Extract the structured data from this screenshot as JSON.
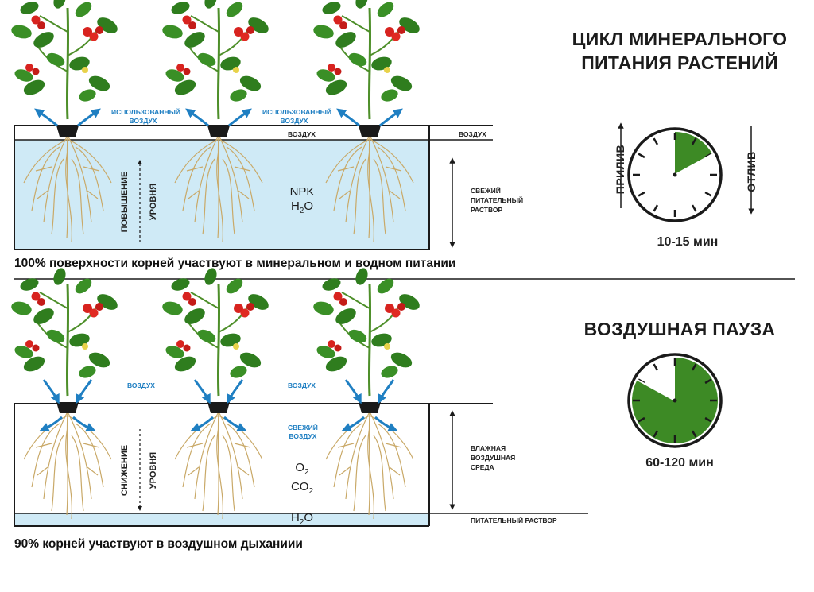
{
  "top": {
    "title_line1": "ЦИКЛ МИНЕРАЛЬНОГО",
    "title_line2": "ПИТАНИЯ РАСТЕНИЙ",
    "used_air_1": "ИСПОЛЬЗОВАННЫЙ",
    "used_air_2": "ВОЗДУХ",
    "air_label": "ВОЗДУХ",
    "air_side_label": "ВОЗДУХ",
    "level_rise_1": "ПОВЫШЕНИЕ",
    "level_rise_2": "УРОВНЯ",
    "chem_1": "NPK",
    "chem_2_base": "H",
    "chem_2_sub": "2",
    "chem_2_end": "O",
    "side_1": "СВЕЖИЙ",
    "side_2": "ПИТАТЕЛЬНЫЙ",
    "side_3": "РАСТВОР",
    "caption": "100% поверхности корней участвуют в минеральном и водном питании",
    "flood_label": "ПРИЛИВ",
    "ebb_label": "ОТЛИВ",
    "duration": "10-15 мин",
    "clock_fill_fraction": 0.17
  },
  "bottom": {
    "title": "ВОЗДУШНАЯ ПАУЗА",
    "air_label": "ВОЗДУХ",
    "fresh_air_1": "СВЕЖИЙ",
    "fresh_air_2": "ВОЗДУХ",
    "level_drop_1": "СНИЖЕНИЕ",
    "level_drop_2": "УРОВНЯ",
    "chem_1_base": "O",
    "chem_1_sub": "2",
    "chem_2_base": "CO",
    "chem_2_sub": "2",
    "chem_3_base": "H",
    "chem_3_sub": "2",
    "chem_3_end": "O",
    "side_1": "ВЛАЖНАЯ",
    "side_2": "ВОЗДУШНАЯ",
    "side_3": "СРЕДА",
    "solution_label": "ПИТАТЕЛЬНЫЙ РАСТВОР",
    "caption": "90% корней участвуют в воздушном дыханиии",
    "duration": "60-120 мин",
    "clock_fill_fraction": 0.83
  },
  "colors": {
    "water": "#cfeaf6",
    "tank_line": "#1a1a1a",
    "leaf": "#2f7d1e",
    "tomato": "#d8231f",
    "root": "#c9a968",
    "arrow_blue": "#1f7fc2",
    "clock_green": "#3d8a25"
  }
}
